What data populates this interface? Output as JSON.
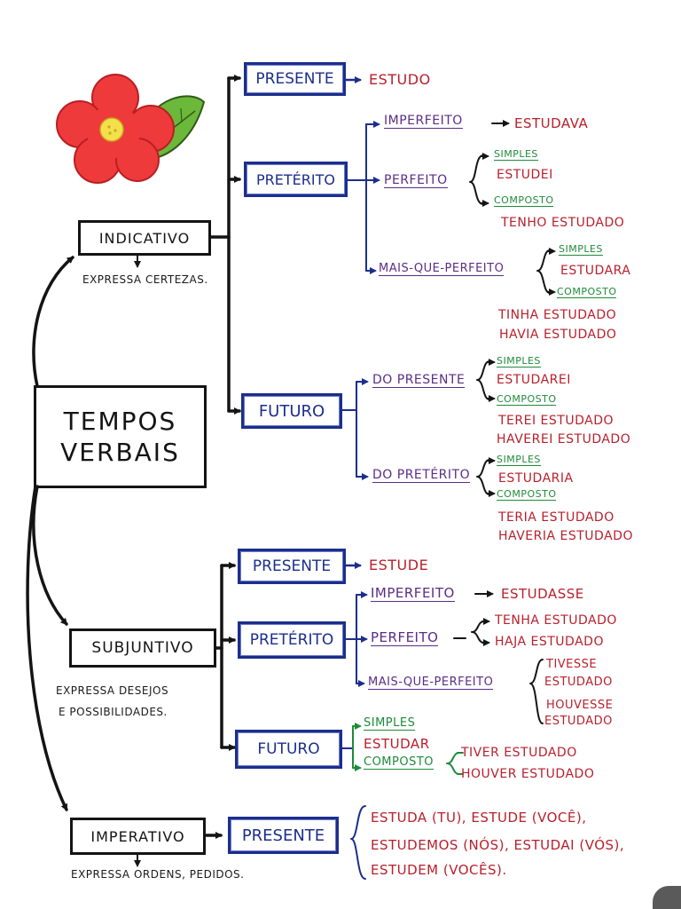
{
  "title_lines": [
    "TEMPOS",
    "VERBAIS"
  ],
  "indicativo": {
    "label": "INDICATIVO",
    "note": "EXPRESSA CERTEZAS.",
    "presente": {
      "label": "PRESENTE",
      "example": "ESTUDO"
    },
    "preterito": {
      "label": "PRETÉRITO",
      "imperfeito": {
        "label": "IMPERFEITO",
        "example": "ESTUDAVA"
      },
      "perfeito": {
        "label": "PERFEITO",
        "simples": "SIMPLES",
        "simples_ex": "ESTUDEI",
        "composto": "COMPOSTO",
        "composto_ex": "TENHO ESTUDADO"
      },
      "mais_que_perfeito": {
        "label": "MAIS-QUE-PERFEITO",
        "simples": "SIMPLES",
        "simples_ex": "ESTUDARA",
        "composto": "COMPOSTO",
        "composto_ex1": "TINHA ESTUDADO",
        "composto_ex2": "HAVIA ESTUDADO"
      }
    },
    "futuro": {
      "label": "FUTURO",
      "do_presente": {
        "label": "DO PRESENTE",
        "simples": "SIMPLES",
        "simples_ex": "ESTUDAREI",
        "composto": "COMPOSTO",
        "composto_ex1": "TEREI ESTUDADO",
        "composto_ex2": "HAVEREI ESTUDADO"
      },
      "do_preterito": {
        "label": "DO PRETÉRITO",
        "simples": "SIMPLES",
        "simples_ex": "ESTUDARIA",
        "composto": "COMPOSTO",
        "composto_ex1": "TERIA ESTUDADO",
        "composto_ex2": "HAVERIA ESTUDADO"
      }
    }
  },
  "subjuntivo": {
    "label": "SUBJUNTIVO",
    "note_lines": [
      "EXPRESSA DESEJOS",
      "E POSSIBILIDADES."
    ],
    "presente": {
      "label": "PRESENTE",
      "example": "ESTUDE"
    },
    "preterito": {
      "label": "PRETÉRITO",
      "imperfeito": {
        "label": "IMPERFEITO",
        "example": "ESTUDASSE"
      },
      "perfeito": {
        "label": "PERFEITO",
        "ex1": "TENHA ESTUDADO",
        "ex2": "HAJA ESTUDADO"
      },
      "mais_que_perfeito": {
        "label": "MAIS-QUE-PERFEITO",
        "ex1_lines": [
          "TIVESSE",
          "ESTUDADO"
        ],
        "ex2_lines": [
          "HOUVESSE",
          "ESTUDADO"
        ]
      }
    },
    "futuro": {
      "label": "FUTURO",
      "simples": "SIMPLES",
      "simples_ex": "ESTUDAR",
      "composto": "COMPOSTO",
      "composto_ex1": "TIVER ESTUDADO",
      "composto_ex2": "HOUVER ESTUDADO"
    }
  },
  "imperativo": {
    "label": "IMPERATIVO",
    "note": "EXPRESSA ORDENS, PEDIDOS.",
    "presente": {
      "label": "PRESENTE",
      "lines": [
        "ESTUDA (TU), ESTUDE (VOCÊ),",
        "ESTUDEMOS (NÓS), ESTUDAI (VÓS),",
        "ESTUDEM (VOCÊS)."
      ]
    }
  },
  "colors": {
    "black": "#141414",
    "blue": "#1c2e8c",
    "purple": "#5b2d86",
    "green": "#1f8a3a",
    "red": "#b8202c",
    "flower_red": "#ee3a3a",
    "leaf": "#6cb83a"
  }
}
